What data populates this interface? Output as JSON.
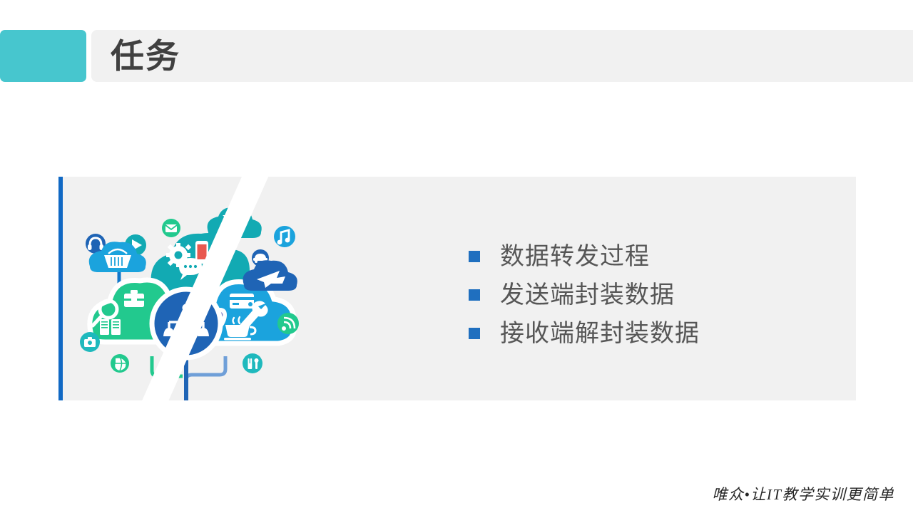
{
  "slide": {
    "background_color": "#ffffff",
    "header": {
      "chip_color": "#47c6ce",
      "bar_color": "#f1f1f1",
      "title": "任务"
    },
    "panel": {
      "background_color": "#f1f1f1",
      "accent_color": "#1169c4"
    },
    "bullets": {
      "marker_color": "#1f6fbf",
      "text_color": "#565656",
      "items": [
        {
          "label": "数据转发过程"
        },
        {
          "label": "发送端封装数据"
        },
        {
          "label": "接收端解封装数据"
        }
      ]
    },
    "illustration": {
      "name": "cloud-computing-illustration",
      "palette": {
        "teal": "#12aab3",
        "teal_dark": "#0f9fa9",
        "green": "#1ec88c",
        "green_bright": "#22c98e",
        "blue_light": "#1ba3dd",
        "blue": "#1177cb",
        "blue_dark": "#1f64b5",
        "navy": "#1c5fae",
        "cyan_circle": "#1fb9bd"
      },
      "satellite_icons": [
        {
          "name": "headphones-icon",
          "shape": "circle",
          "color": "#1f64b5"
        },
        {
          "name": "play-icon",
          "shape": "circle",
          "color": "#12aab3"
        },
        {
          "name": "envelope-icon",
          "shape": "circle",
          "color": "#22c98e"
        },
        {
          "name": "shopping-basket-icon",
          "shape": "cloud",
          "color": "#1ba3dd"
        },
        {
          "name": "cocktail-icon",
          "shape": "cloud",
          "color": "#12aab3"
        },
        {
          "name": "music-note-icon",
          "shape": "circle",
          "color": "#1ba3dd"
        },
        {
          "name": "car-icon",
          "shape": "circle",
          "color": "#1f64b5"
        },
        {
          "name": "airplane-icon",
          "shape": "cloud",
          "color": "#1f64b5"
        },
        {
          "name": "rss-signal-icon",
          "shape": "circle",
          "color": "#22c98e"
        },
        {
          "name": "photo-id-icon",
          "shape": "circle",
          "color": "#1fb9bd"
        },
        {
          "name": "globe-icon",
          "shape": "circle",
          "color": "#22c98e"
        },
        {
          "name": "cutlery-icon",
          "shape": "circle",
          "color": "#1fb9bd"
        }
      ],
      "cloud_icons": [
        {
          "name": "gear-icon",
          "cloud": "back-teal"
        },
        {
          "name": "smartphone-icon",
          "cloud": "back-teal"
        },
        {
          "name": "chat-bubble-icon",
          "cloud": "back-teal"
        },
        {
          "name": "briefcase-icon",
          "cloud": "left-green"
        },
        {
          "name": "magnifier-icon",
          "cloud": "left-green"
        },
        {
          "name": "books-icon",
          "cloud": "left-green"
        },
        {
          "name": "credit-card-icon",
          "cloud": "right-blue"
        },
        {
          "name": "map-pin-icon",
          "cloud": "right-blue"
        },
        {
          "name": "wrench-icon",
          "cloud": "right-blue"
        },
        {
          "name": "coffee-cup-icon",
          "cloud": "right-blue"
        },
        {
          "name": "network-share-icon",
          "cloud": "center-circle"
        }
      ]
    },
    "footer": {
      "logo_text": "唯众•让IT教学实训更简单"
    }
  }
}
